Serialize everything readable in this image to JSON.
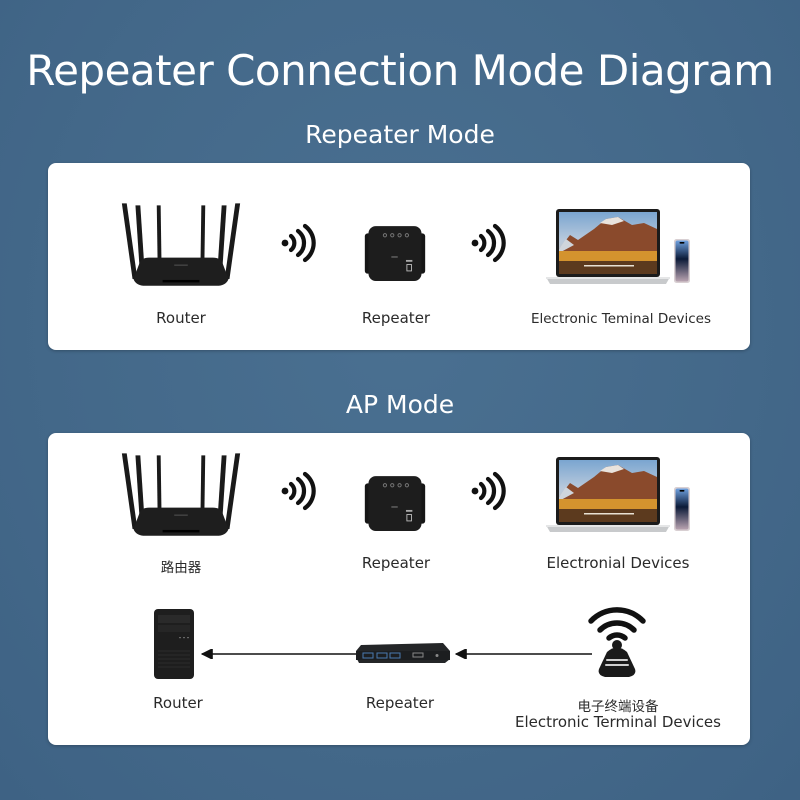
{
  "title": "Repeater Connection Mode Diagram",
  "colors": {
    "background": "#44698a",
    "panel": "#ffffff",
    "device": "#1c1c1c",
    "text": "#2a2a2a",
    "title_text": "#ffffff"
  },
  "repeater_mode": {
    "heading": "Repeater Mode",
    "nodes": [
      {
        "label": "Router",
        "icon": "wifi-router-icon"
      },
      {
        "label": "Repeater",
        "icon": "repeater-plug-icon"
      },
      {
        "label": "Electronic Teminal Devices",
        "icon": "laptop-phone-icon"
      }
    ],
    "connectors": [
      "wireless-signal-icon",
      "wireless-signal-icon"
    ]
  },
  "ap_mode": {
    "heading": "AP Mode",
    "top_row": [
      {
        "label": "路由器",
        "icon": "wifi-router-icon"
      },
      {
        "label": "Repeater",
        "icon": "repeater-plug-icon"
      },
      {
        "label": "Electronial Devices",
        "icon": "laptop-phone-icon"
      }
    ],
    "bottom_row": [
      {
        "label": "Router",
        "icon": "tower-server-icon"
      },
      {
        "label": "Repeater",
        "icon": "network-hub-icon"
      },
      {
        "label_cn": "电子终端设备",
        "label": "Electronic Terminal Devices",
        "icon": "wifi-hotspot-icon"
      }
    ]
  }
}
